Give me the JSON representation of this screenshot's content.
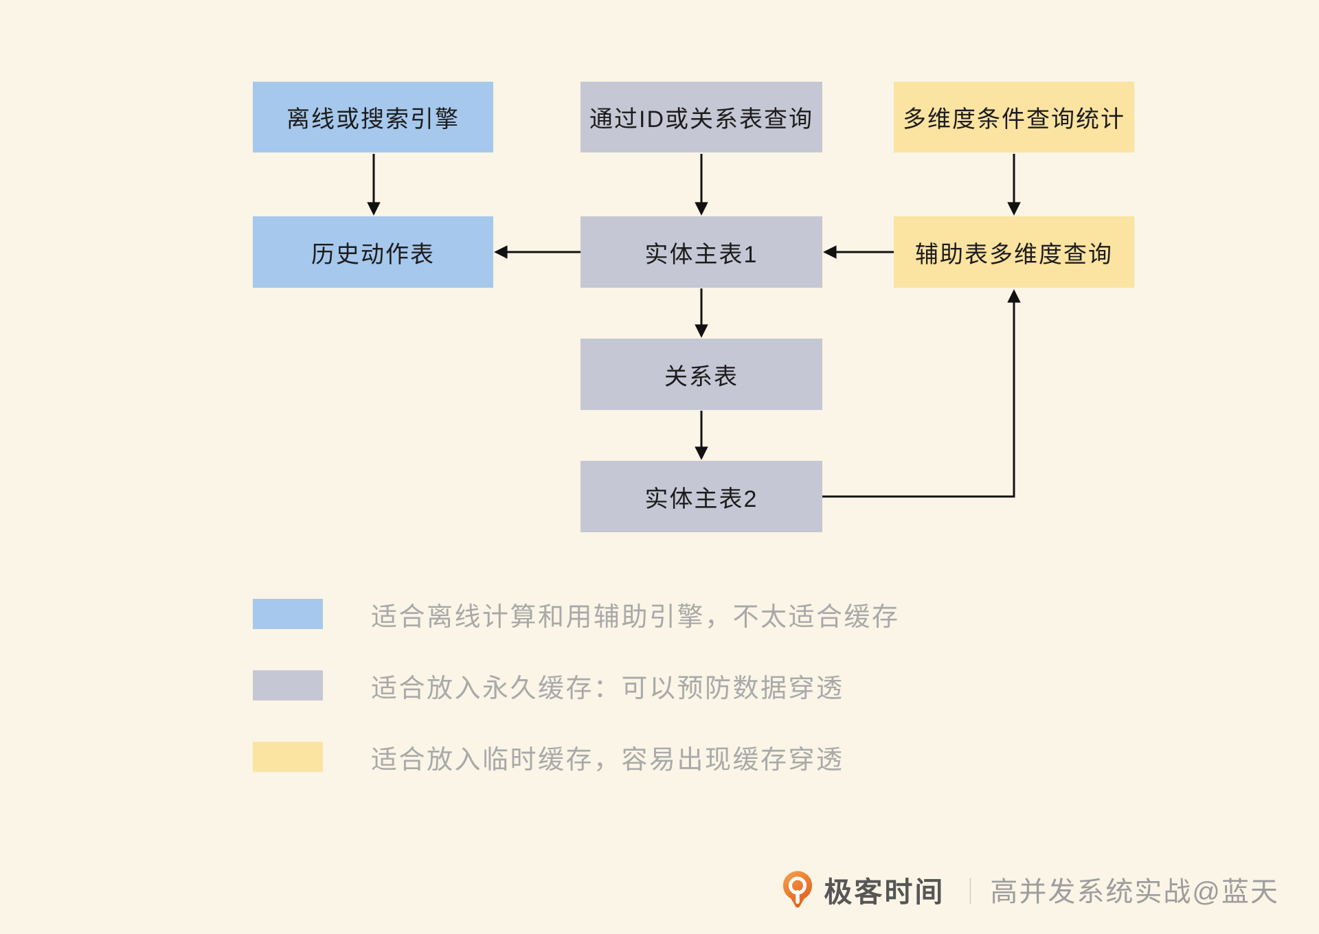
{
  "diagram": {
    "nodes": {
      "offline_engine": {
        "label": "离线或搜索引擎",
        "category": "blue"
      },
      "query_by_id": {
        "label": "通过ID或关系表查询",
        "category": "gray"
      },
      "multidim_stats": {
        "label": "多维度条件查询统计",
        "category": "yellow"
      },
      "history_table": {
        "label": "历史动作表",
        "category": "blue"
      },
      "entity_table_1": {
        "label": "实体主表1",
        "category": "gray"
      },
      "aux_multidim_query": {
        "label": "辅助表多维度查询",
        "category": "yellow"
      },
      "relation_table": {
        "label": "关系表",
        "category": "gray"
      },
      "entity_table_2": {
        "label": "实体主表2",
        "category": "gray"
      }
    },
    "edges": [
      {
        "from": "offline_engine",
        "to": "history_table"
      },
      {
        "from": "query_by_id",
        "to": "entity_table_1"
      },
      {
        "from": "multidim_stats",
        "to": "aux_multidim_query"
      },
      {
        "from": "entity_table_1",
        "to": "history_table"
      },
      {
        "from": "aux_multidim_query",
        "to": "entity_table_1"
      },
      {
        "from": "entity_table_1",
        "to": "relation_table"
      },
      {
        "from": "relation_table",
        "to": "entity_table_2"
      },
      {
        "from": "entity_table_2",
        "to": "aux_multidim_query"
      }
    ]
  },
  "legend": {
    "items": [
      {
        "color_key": "blue",
        "color": "#a6c8ec",
        "text": "适合离线计算和用辅助引擎，不太适合缓存"
      },
      {
        "color_key": "gray",
        "color": "#c6c7d5",
        "text": "适合放入永久缓存：可以预防数据穿透"
      },
      {
        "color_key": "yellow",
        "color": "#fbe3a1",
        "text": "适合放入临时缓存，容易出现缓存穿透"
      }
    ]
  },
  "footer": {
    "brand": "极客时间",
    "divider": "｜",
    "credit": "高并发系统实战@蓝天"
  },
  "colors": {
    "background": "#faf5e6",
    "node_blue": "#a6c8ec",
    "node_gray": "#c6c7d5",
    "node_yellow": "#fbe3a1",
    "node_text": "#1c1c1c",
    "arrow": "#111111",
    "legend_text": "#a9a9a9",
    "footer_brand_text": "#565656",
    "footer_credit_text": "#9d9d9d",
    "logo_orange": "#ec7a2e"
  }
}
